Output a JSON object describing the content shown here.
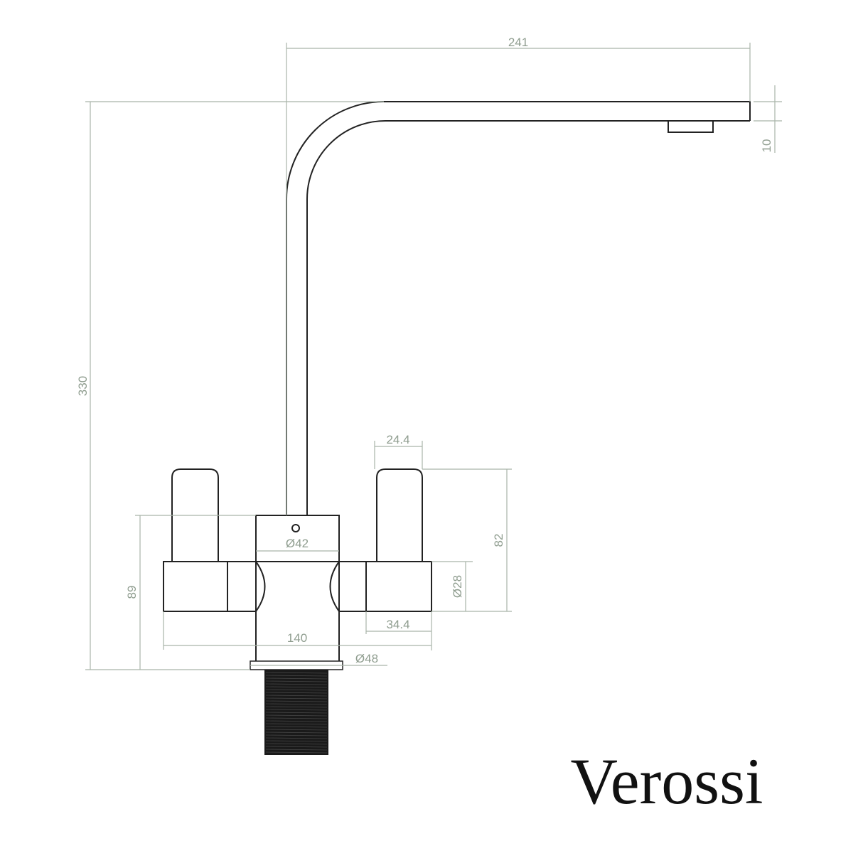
{
  "dimensions": {
    "spout_reach": "241",
    "spout_thickness": "10",
    "overall_height": "330",
    "body_height": "89",
    "body_diameter": "Ø42",
    "handle_width": "24.4",
    "handle_height": "82",
    "valve_diameter": "Ø28",
    "valve_length": "34.4",
    "overall_width": "140",
    "base_diameter": "Ø48"
  },
  "brand": {
    "logo_text": "Verossi"
  },
  "colors": {
    "outline": "#222222",
    "dimension": "#a9b5a9",
    "dimension_text": "#8f9d8f",
    "thread": "#1a1a1a"
  }
}
